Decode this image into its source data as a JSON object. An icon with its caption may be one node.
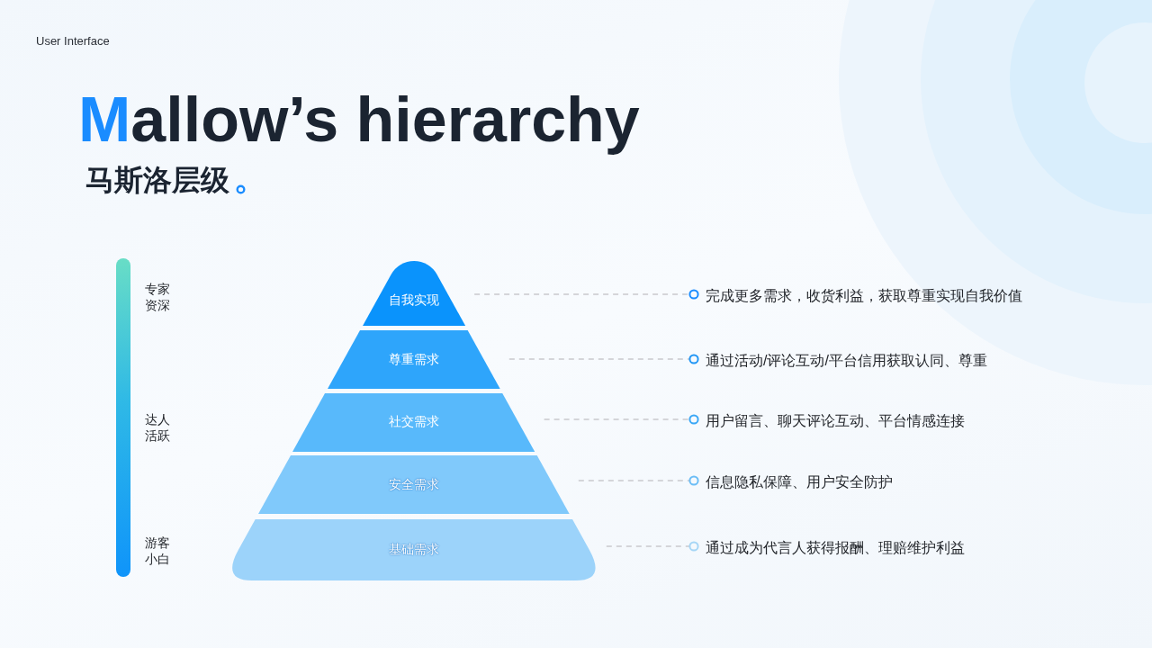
{
  "diagram": {
    "title": "Mallow’s hierarchy",
    "nodes": [
      {
        "text": [],
        "shape": "bar",
        "beside": [
          "专家资深",
          "达人活跃",
          "游客小白"
        ]
      },
      {
        "text": [
          "自我实现"
        ]
      },
      {
        "text": [
          "尊重需求"
        ]
      },
      {
        "text": [
          "社交需求"
        ]
      },
      {
        "text": [
          "安全需求"
        ]
      },
      {
        "text": [
          "基础需求"
        ]
      },
      {
        "text": [
          "完成更多需求，收货利益，获取尊重实现自我价值"
        ]
      },
      {
        "text": [
          "通过活动/评论互动/平台信用获取认同、尊重"
        ]
      },
      {
        "text": [
          "用户留言、聊天评论互动、平台情感连接"
        ]
      },
      {
        "text": [
          "信息隐私保障、用户安全防护"
        ]
      },
      {
        "text": [
          "通过成为代言人获得报酬、理赔维护利益"
        ]
      }
    ],
    "edges": [
      {
        "from": 1,
        "to": 6,
        "arrow": "other",
        "style": "dashed"
      },
      {
        "from": 2,
        "to": 7,
        "arrow": "other",
        "style": "dashed"
      },
      {
        "from": 3,
        "to": 8,
        "arrow": "other",
        "style": "dashed"
      },
      {
        "from": 4,
        "to": 9,
        "arrow": "other",
        "style": "dashed"
      },
      {
        "from": 5,
        "to": 10,
        "arrow": "other",
        "style": "dashed"
      }
    ],
    "labels": [
      "User Interface",
      "马斯洛层级"
    ]
  }
}
